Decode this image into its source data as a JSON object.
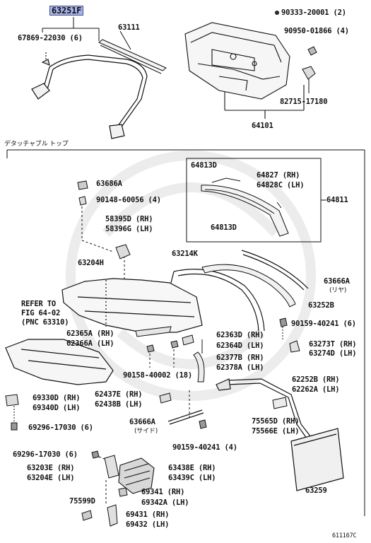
{
  "labels": {
    "p63251F": "63251F",
    "p63111": "63111",
    "p90333": "90333-20001 (2)",
    "p67869": "67869-22030 (6)",
    "p90950": "90950-01866 (4)",
    "p82715": "82715-17180",
    "p64101": "64101",
    "section_title": "デタッチャブル トップ",
    "p64813D_top": "64813D",
    "p64827": "64827 (RH)",
    "p64828": "64828C (LH)",
    "p64811": "64811",
    "p64813D_bot": "64813D",
    "p63686A": "63686A",
    "p90148": "90148-60056 (4)",
    "p58395": "58395D (RH)",
    "p58396": "58396G (LH)",
    "p63204H": "63204H",
    "p63214K": "63214K",
    "p63666A_top": "63666A",
    "rear_note": "(リヤ)",
    "p63252B": "63252B",
    "refer1": "REFER TO",
    "refer2": "FIG 64-02",
    "refer3": "(PNC 63310)",
    "p90159_top": "90159-40241 (6)",
    "p62365": "62365A (RH)",
    "p62366": "62366A (LH)",
    "p62363": "62363D (RH)",
    "p62364": "62364D (LH)",
    "p63273": "63273T (RH)",
    "p63274": "63274D (LH)",
    "p62377": "62377B (RH)",
    "p62378": "62378A (LH)",
    "p90158": "90158-40002 (18)",
    "p62252": "62252B (RH)",
    "p62262": "62262A (LH)",
    "p69330": "69330D (RH)",
    "p69340": "69340D (LH)",
    "p62437": "62437E (RH)",
    "p62438": "62438B (LH)",
    "p63666A_side": "63666A",
    "side_note": "(サイド)",
    "p75565": "75565D (RH)",
    "p75566": "75566E (LH)",
    "p69296_a": "69296-17030 (6)",
    "p90159_bot": "90159-40241 (4)",
    "p69296_b": "69296-17030 (6)",
    "p63203": "63203E (RH)",
    "p63204E": "63204E (LH)",
    "p63438": "63438E (RH)",
    "p63439": "63439C (LH)",
    "p63259": "63259",
    "p69341": "69341 (RH)",
    "p69342": "69342A (LH)",
    "p75599D": "75599D",
    "p69431": "69431 (RH)",
    "p69432": "69432 (LH)",
    "fig_id": "611167C"
  },
  "colors": {
    "highlight": "#a9b3e8",
    "line": "#111111",
    "watermark": "#efefef"
  }
}
